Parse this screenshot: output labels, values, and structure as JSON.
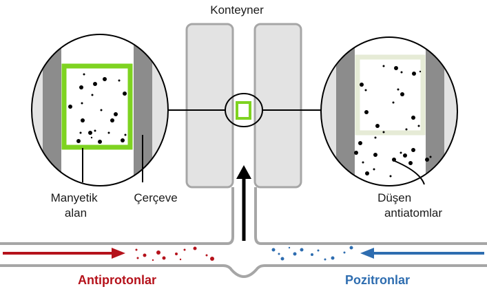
{
  "labels": {
    "container": "Konteyner",
    "magnetic_field": [
      "Manyetik",
      "alan"
    ],
    "frame": "Çerçeve",
    "falling_antiatoms": [
      "Düşen",
      "antiatomlar"
    ],
    "antiprotons": "Antiprotonlar",
    "positrons": "Pozitronlar"
  },
  "colors": {
    "antiproton": "#b5121b",
    "positron": "#2e6db0",
    "magnetic_field_on": "#7ed321",
    "magnetic_field_off": "#e6ebd6",
    "frame": "#8c8c8c",
    "container": "#e3e3e3"
  }
}
